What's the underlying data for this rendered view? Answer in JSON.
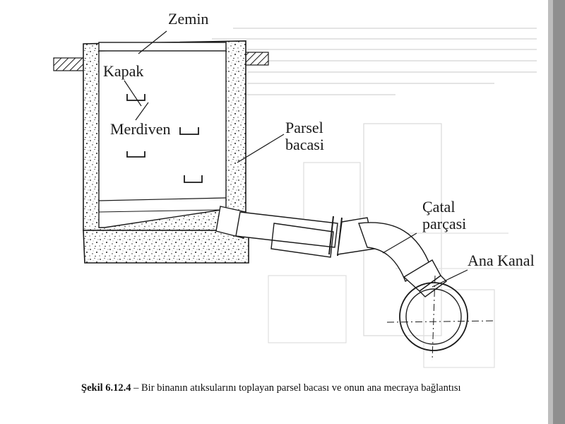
{
  "figure": {
    "labels": {
      "ground": "Zemin",
      "cover": "Kapak",
      "ladder": "Merdiven",
      "parcel_shaft_line1": "Parsel",
      "parcel_shaft_line2": "bacasi",
      "fork_line1": "Çatal",
      "fork_line2": "parçasi",
      "main_channel": "Ana Kanal"
    },
    "caption": {
      "number": "Şekil 6.12.4",
      "text": " – Bir binanın atıksularını toplayan parsel bacası ve onun ana mecraya bağlantısı"
    }
  },
  "colors": {
    "ink": "#1a1a1a",
    "paper": "#ffffff",
    "faint_backprint": "#c8c8c8",
    "right_edge_shadow": "#9a9a9a"
  }
}
